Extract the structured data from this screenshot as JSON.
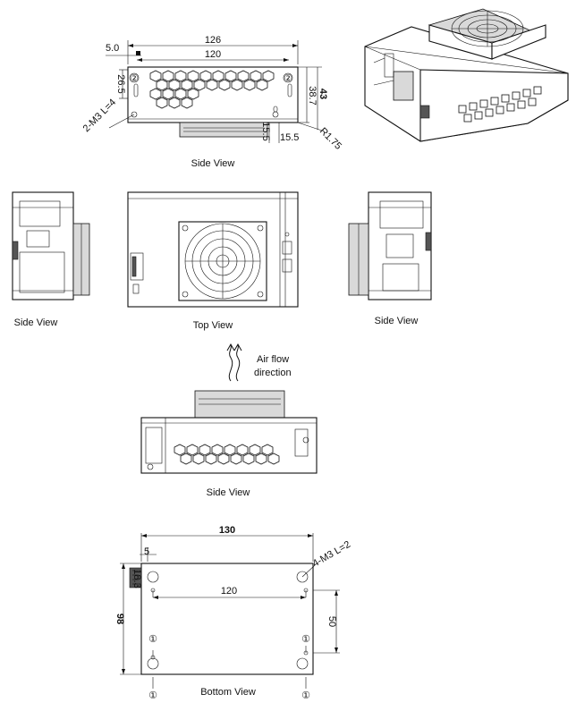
{
  "captions": {
    "side_view_1": "Side View",
    "side_view_left": "Side View",
    "top_view": "Top View",
    "side_view_right": "Side View",
    "side_view_2": "Side View",
    "bottom_view": "Bottom View"
  },
  "airflow": {
    "line1": "Air flow",
    "line2": "direction"
  },
  "dimensions": {
    "side": {
      "total_width": "126",
      "hole_span": "120",
      "offset": "5.0",
      "hole_height": "26.5",
      "body_height": "38.7",
      "overall_height": "43",
      "screw_note": "2-M3 L=4",
      "radius": "R1.75",
      "fan_offset_1": "15.5",
      "fan_offset_2": "15.5",
      "pin_marker": "②"
    },
    "bottom": {
      "total_width": "130",
      "edge_offset": "5",
      "terminal_offset": "18.3",
      "hole_span": "120",
      "overall_depth": "98",
      "hole_pitch": "50",
      "screw_note": "4-M3 L=2",
      "pin_marker": "①"
    }
  }
}
